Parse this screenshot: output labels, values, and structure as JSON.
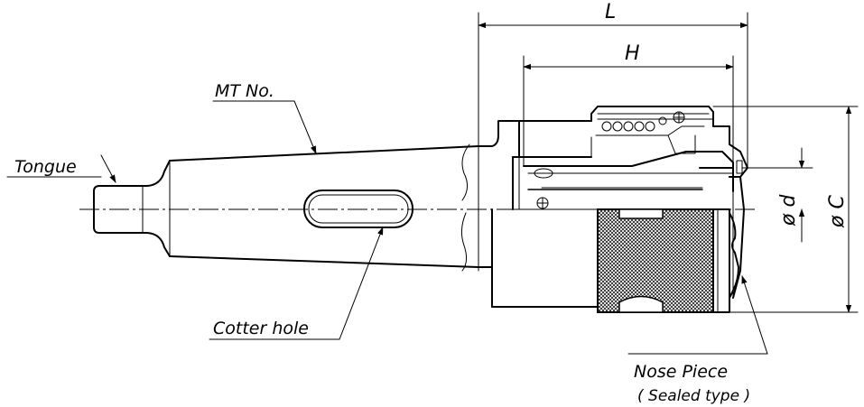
{
  "labels": {
    "mt_no": "MT No.",
    "tongue": "Tongue",
    "cotter_hole": "Cotter hole",
    "nose_piece": "Nose Piece",
    "sealed_type": "( Sealed type )",
    "dim_L": "L",
    "dim_H": "H",
    "dim_d": "ø d",
    "dim_C": "ø C"
  },
  "colors": {
    "line": "#000000",
    "background": "#ffffff"
  }
}
